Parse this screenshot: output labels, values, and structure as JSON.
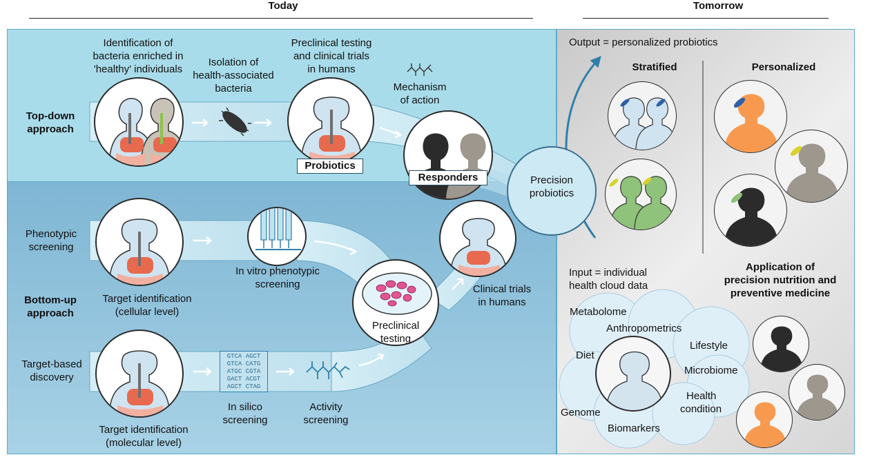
{
  "headers": {
    "today": "Today",
    "tomorrow": "Tomorrow"
  },
  "topdown": {
    "approach": [
      "Top-down",
      "approach"
    ],
    "step1": [
      "Identification of",
      "bacteria enriched in",
      "'healthy' individuals"
    ],
    "step2": [
      "Isolation of",
      "health-associated",
      "bacteria"
    ],
    "step3": [
      "Preclinical testing",
      "and clinical trials",
      "in humans"
    ],
    "probiotics": "Probiotics",
    "mechanism": [
      "Mechanism",
      "of action"
    ],
    "responders": "Responders"
  },
  "bottomup": {
    "approach": [
      "Bottom-up",
      "approach"
    ],
    "phenotypic": [
      "Phenotypic",
      "screening"
    ],
    "target_cellular": [
      "Target identification",
      "(cellular level)"
    ],
    "invitro": [
      "In vitro phenotypic",
      "screening"
    ],
    "preclinical": [
      "Preclinical",
      "testing"
    ],
    "clinical": [
      "Clinical trials",
      "in humans"
    ],
    "target_based": [
      "Target-based",
      "discovery"
    ],
    "target_molecular": [
      "Target identification",
      "(molecular level)"
    ],
    "insilico": [
      "In silico",
      "screening"
    ],
    "activity": [
      "Activity",
      "screening"
    ],
    "sequences": [
      "GTCA AGCT",
      "GTCA CATG",
      "ATGC CGTA",
      "GACT ACGT",
      "AGCT CTAG"
    ]
  },
  "precision": [
    "Precision",
    "probiotics"
  ],
  "tomorrow": {
    "output": "Output = personalized probiotics",
    "stratified": "Stratified",
    "personalized": "Personalized",
    "input": [
      "Input = individual",
      "health cloud data"
    ],
    "application": [
      "Application of",
      "precision nutrition and",
      "preventive medicine"
    ],
    "cloud_items": {
      "metabolome": "Metabolome",
      "anthropometrics": "Anthropometrics",
      "lifestyle": "Lifestyle",
      "diet": "Diet",
      "microbiome": "Microbiome",
      "health": [
        "Health",
        "condition"
      ],
      "genome": "Genome",
      "biomarkers": "Biomarkers"
    }
  },
  "colors": {
    "top_panel": "#a9dcea",
    "bottom_panel": "#8cc0dc",
    "right_panel": "#e2e2e2",
    "arrow": "#2f7fa8",
    "orange": "#f79a50",
    "green": "#8fc27a",
    "dark": "#2b2b2b"
  }
}
